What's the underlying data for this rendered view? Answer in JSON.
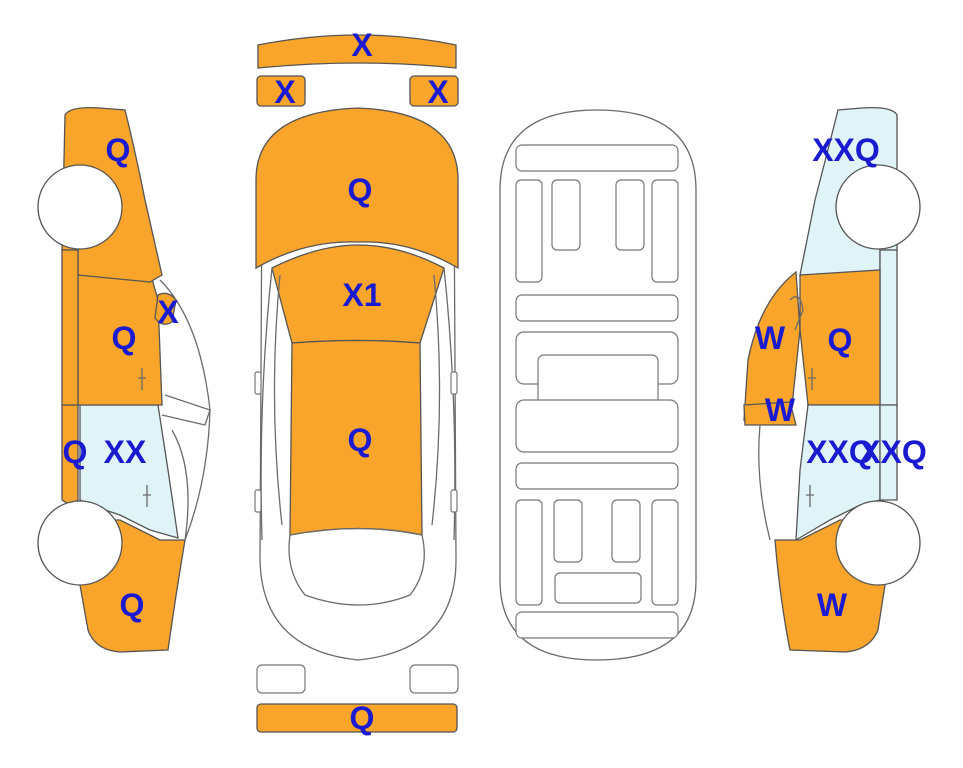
{
  "colors": {
    "damaged": "#f9a42a",
    "glass": "#e0f4f8",
    "none": "#ffffff",
    "label": "#1a1ad0",
    "outline": "#6b6b6b"
  },
  "labels": {
    "front_bumper_top": "X",
    "headlight_left": "X",
    "headlight_right": "X",
    "hood": "Q",
    "windshield": "X1",
    "roof": "Q",
    "rear_bumper": "Q",
    "left_front_fender": "Q",
    "left_mirror": "X",
    "left_front_door": "Q",
    "left_rear_door_a": "Q",
    "left_rear_door_b": "XX",
    "left_rear_fender": "Q",
    "right_front_fender": "XXQ",
    "right_front_window": "W",
    "right_front_door": "Q",
    "right_mirror": "W",
    "right_rear_door_a": "XXQ",
    "right_rear_door_b": "XXQ",
    "right_rear_fender": "W"
  }
}
